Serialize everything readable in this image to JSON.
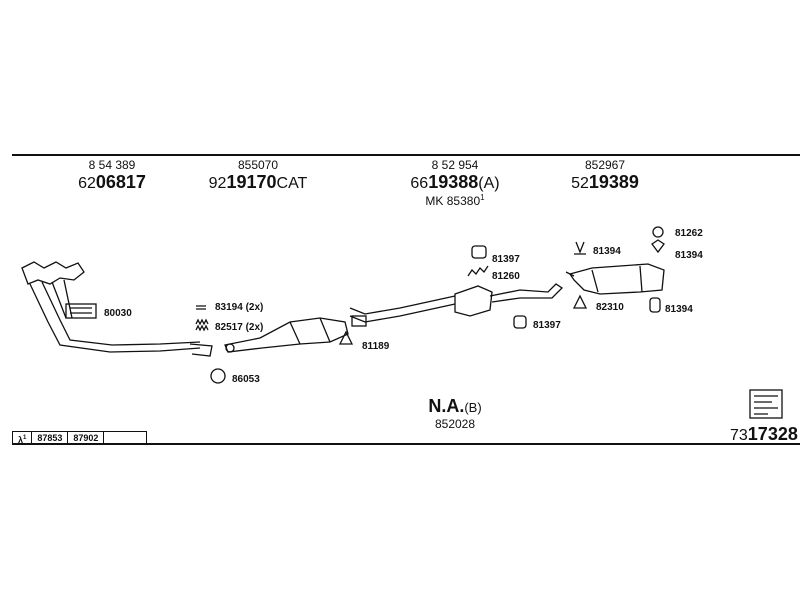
{
  "columns": [
    {
      "ref": "8 54 389",
      "prefix": "62",
      "bold": "06817",
      "suffix": ""
    },
    {
      "ref": "855070",
      "prefix": "92",
      "bold": "19170",
      "suffix": "CAT"
    },
    {
      "ref": "8 52 954",
      "prefix": "66",
      "bold": "19388",
      "suffix": "(A)",
      "extra": "MK 85380",
      "extra_mark": "1"
    },
    {
      "ref": "852967",
      "prefix": "52",
      "bold": "19389",
      "suffix": ""
    }
  ],
  "parts": {
    "p80030": "80030",
    "p83194": "83194 (2x)",
    "p82517": "82517 (2x)",
    "p81189": "81189",
    "p86053": "86053",
    "p81397a": "81397",
    "p81260": "81260",
    "p81397b": "81397",
    "p81394a": "81394",
    "p82310": "82310",
    "p81262": "81262",
    "p81394b": "81394",
    "p81394c": "81394"
  },
  "note": {
    "bold": "N.A.",
    "suffix": "(B)",
    "ref": "852028"
  },
  "footer": {
    "lambda": "λ",
    "lambda_mark": "1",
    "a": "87853",
    "b": "87902"
  },
  "diagram_no": {
    "prefix": "73",
    "bold": "17328"
  },
  "icons": [
    "exhaust-manifold",
    "catalytic-converter",
    "middle-silencer",
    "rear-silencer",
    "rubber-hanger",
    "flange-gasket",
    "clamp",
    "info-book-icon"
  ]
}
